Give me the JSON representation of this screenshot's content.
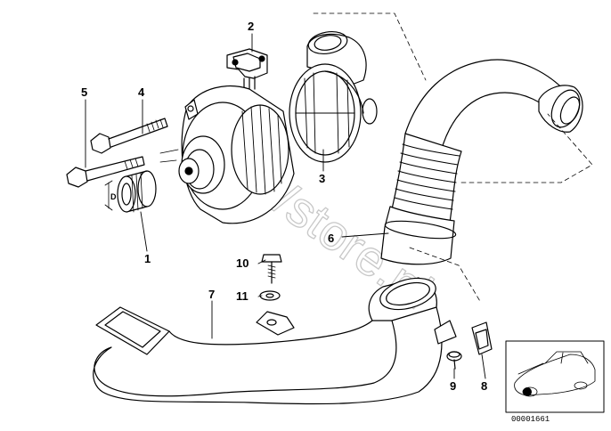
{
  "diagram": {
    "callouts": {
      "c1": "1",
      "c2": "2",
      "c3": "3",
      "c4": "4",
      "c5": "5",
      "c6": "6",
      "c7": "7",
      "c8": "8",
      "c9": "9",
      "c10": "10",
      "c11": "11"
    },
    "dimension_label": "D",
    "watermark": "BMWstore.pl",
    "reference_number": "00001661"
  },
  "icons": {
    "alternator": "alternator-icon",
    "regulator": "voltage-regulator-icon",
    "bolt": "bolt-icon",
    "bushing": "bushing-icon",
    "fan_shroud": "fan-shroud-icon",
    "intake_hose": "intake-hose-icon",
    "air_duct": "air-duct-icon",
    "clip": "clip-icon",
    "screw": "screw-icon",
    "washer": "washer-icon",
    "car": "car-icon"
  }
}
